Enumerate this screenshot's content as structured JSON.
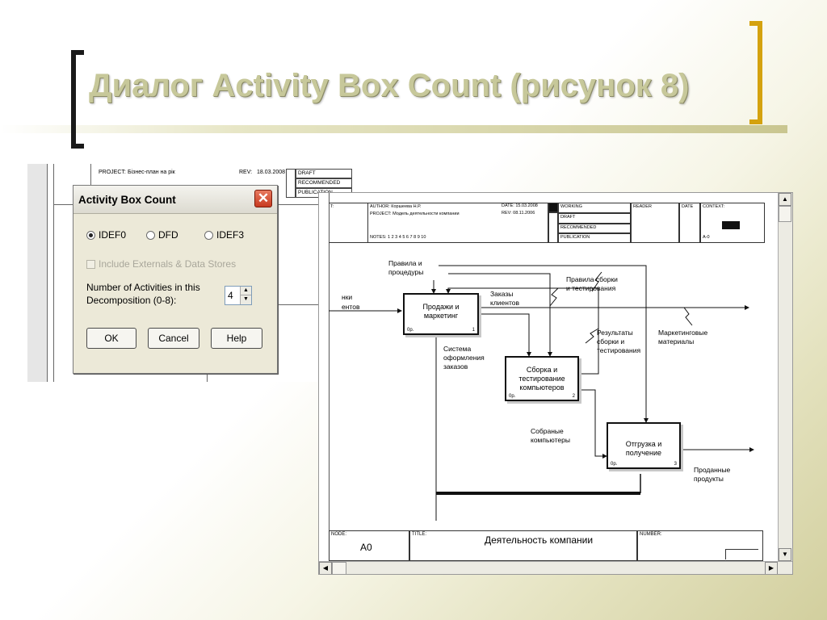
{
  "slide": {
    "title": "Диалог Activity Box Count (рисунок 8)"
  },
  "colors": {
    "title_text": "#c7c89a",
    "bracket_left": "#1a1a1a",
    "bracket_right": "#d4a20f",
    "close_button": "#c83a20"
  },
  "background_screen": {
    "project_label": "PROJECT:",
    "project_value": "Бізнес-план на рік",
    "rev_label": "REV:",
    "rev_value": "18.03.2008",
    "status_rows": [
      "DRAFT",
      "RECOMMENDED",
      "PUBLICATION"
    ]
  },
  "dialog": {
    "title": "Activity Box Count",
    "close_icon": "close-icon",
    "methods": [
      {
        "label": "IDEF0",
        "selected": true
      },
      {
        "label": "DFD",
        "selected": false
      },
      {
        "label": "IDEF3",
        "selected": false
      }
    ],
    "include_externals_label": "Include Externals & Data Stores",
    "include_externals_checked": false,
    "include_externals_enabled": false,
    "activities_label_line1": "Number of Activities in this",
    "activities_label_line2": "Decomposition (0-8):",
    "activities_value": "4",
    "buttons": {
      "ok": "OK",
      "cancel": "Cancel",
      "help": "Help"
    }
  },
  "diagram": {
    "header": {
      "used_at": "T:",
      "author": "AUTHOR: Коршеева Н.Р.",
      "project": "PROJECT: Модель деятельности компании",
      "date": "DATE: 15.03.2008",
      "rev": "REV: 08.11.2006",
      "notes": "NOTES: 1 2 3 4 5 6 7 8 9 10",
      "status": [
        "WORKING",
        "DRAFT",
        "RECOMMENDED",
        "PUBLICATION"
      ],
      "reader": "READER",
      "reader_date": "DATE",
      "context": "CONTEXT:",
      "node_ref": "A-0"
    },
    "boxes": [
      {
        "label": "Продажи и маркетинг",
        "number": "1",
        "cost": "0р."
      },
      {
        "label": "Сборка и тестирование компьютеров",
        "number": "2",
        "cost": "0р."
      },
      {
        "label": "Отгрузка и получение",
        "number": "3",
        "cost": "0р."
      }
    ],
    "arrow_labels": {
      "rules": "Правила и процедуры",
      "orders": "Заказы клиентов",
      "assembly_rules": "Правила сборки и тестирования",
      "order_system": "Система оформления заказов",
      "test_results": "Результаты сборки и тестирования",
      "marketing": "Маркетинговые материалы",
      "assembled": "Собраные компьютеры",
      "sold": "Проданные продукты",
      "left_calls": "нки",
      "left_clients": "ентов"
    },
    "footer": {
      "node_label": "NODE:",
      "node_value": "A0",
      "title_label": "TITLE:",
      "title_value": "Деятельность компании",
      "number_label": "NUMBER:"
    }
  }
}
